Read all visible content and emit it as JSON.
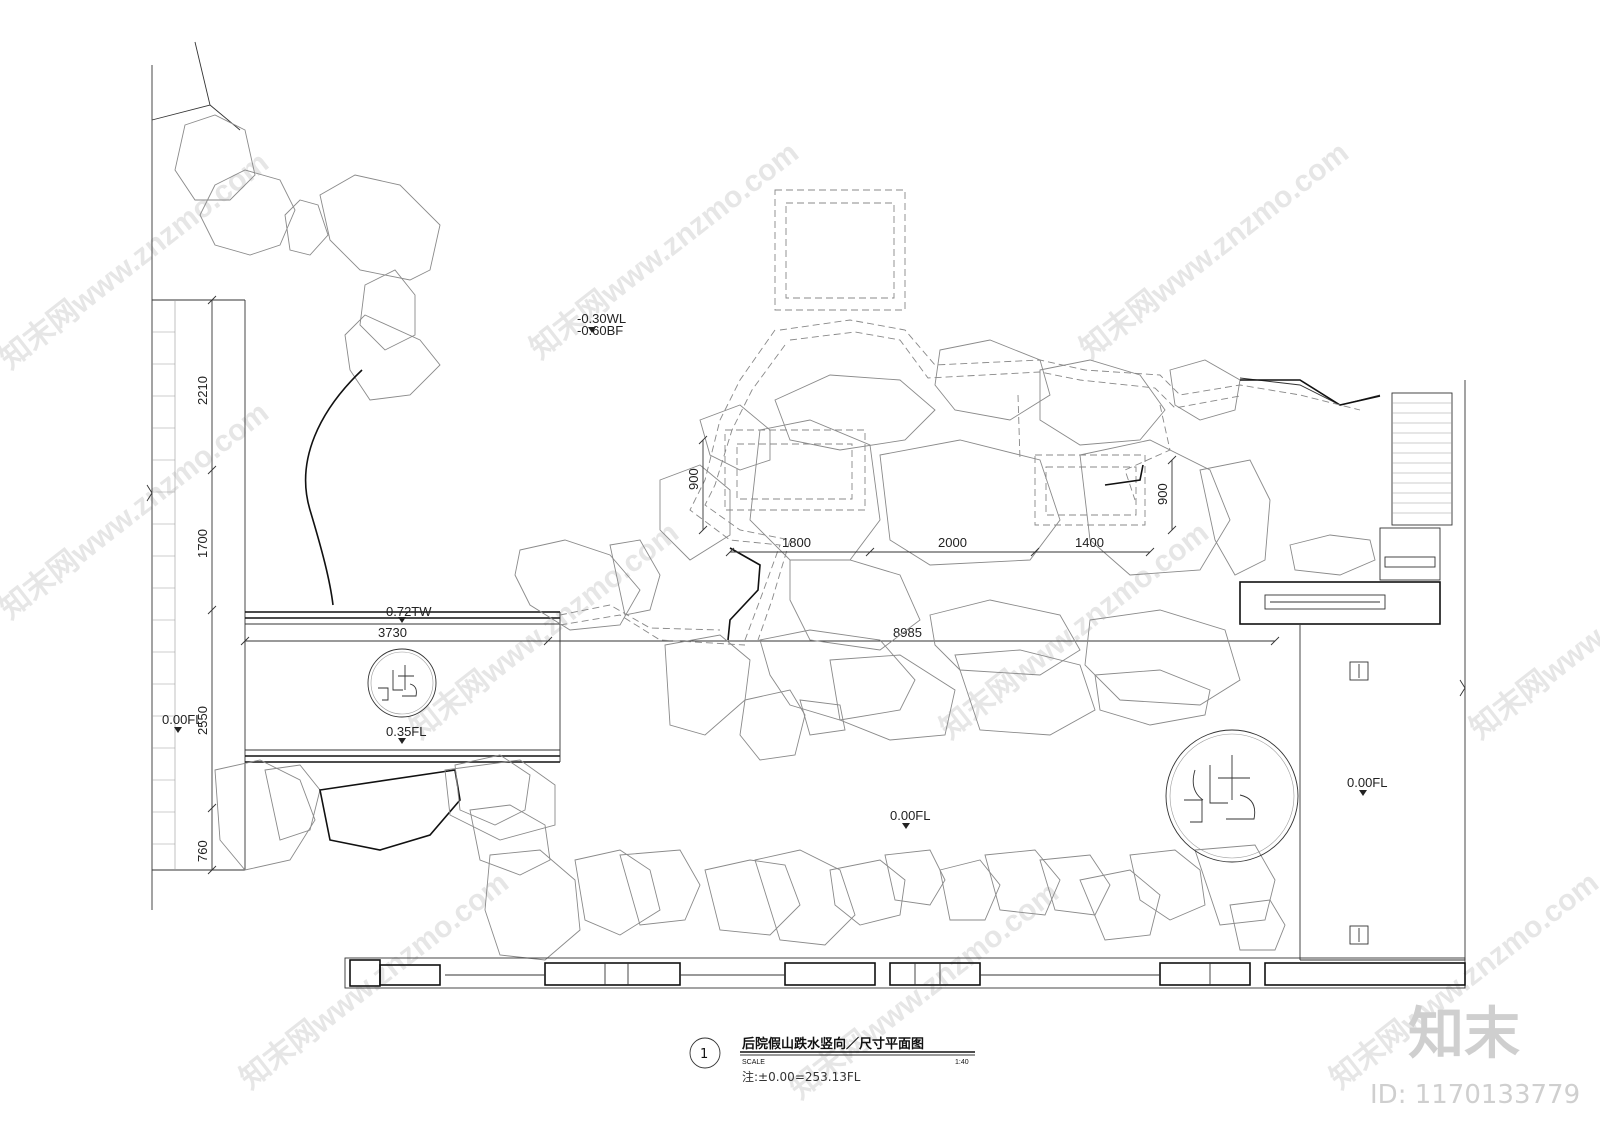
{
  "title_block": {
    "number": "1",
    "title": "后院假山跌水竖向／尺寸平面图",
    "scale_label": "SCALE",
    "scale_value": "1:40",
    "note": "注:±0.00=253.13FL"
  },
  "dimensions": {
    "left_vertical": [
      "2210",
      "1700",
      "2550",
      "760"
    ],
    "bridge_length": "3730",
    "overall_length": "8985",
    "segments": [
      "1800",
      "2000",
      "1400"
    ],
    "cascade_height_left": "900",
    "cascade_height_right": "900"
  },
  "levels": {
    "water_level": "-0.30WL",
    "bottom_level": "-0.60BF",
    "top_wall": "0.72TW",
    "bridge_floor": "0.35FL",
    "left_floor": "0.00FL",
    "center_floor": "0.00FL",
    "right_floor": "0.00FL"
  },
  "watermark": {
    "text": "知末网www.znzmo.com",
    "logo": "知末",
    "id": "ID: 1170133779"
  }
}
